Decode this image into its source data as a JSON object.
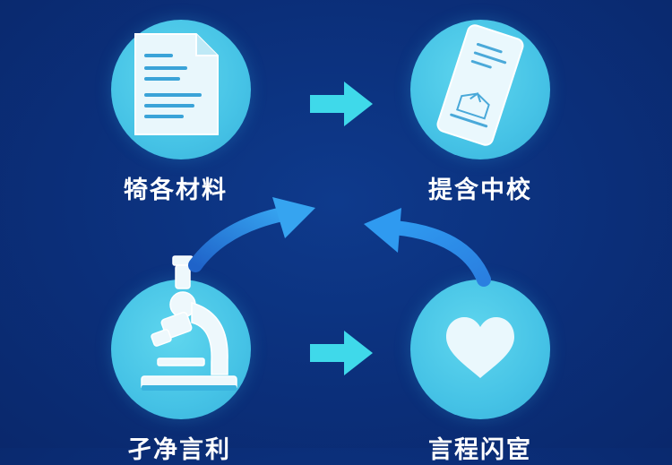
{
  "steps": [
    {
      "label": "犄各材料",
      "icon": "document-icon"
    },
    {
      "label": "提含中校",
      "icon": "application-card-icon"
    },
    {
      "label": "孑净言利",
      "icon": "microscope-icon"
    },
    {
      "label": "言程闪宦",
      "icon": "heart-icon"
    }
  ],
  "colors": {
    "background": "#0b2f7a",
    "circle": "#46c3e6",
    "arrow": "#3fd9ea",
    "curved_arrow": "#2f8fe8"
  }
}
